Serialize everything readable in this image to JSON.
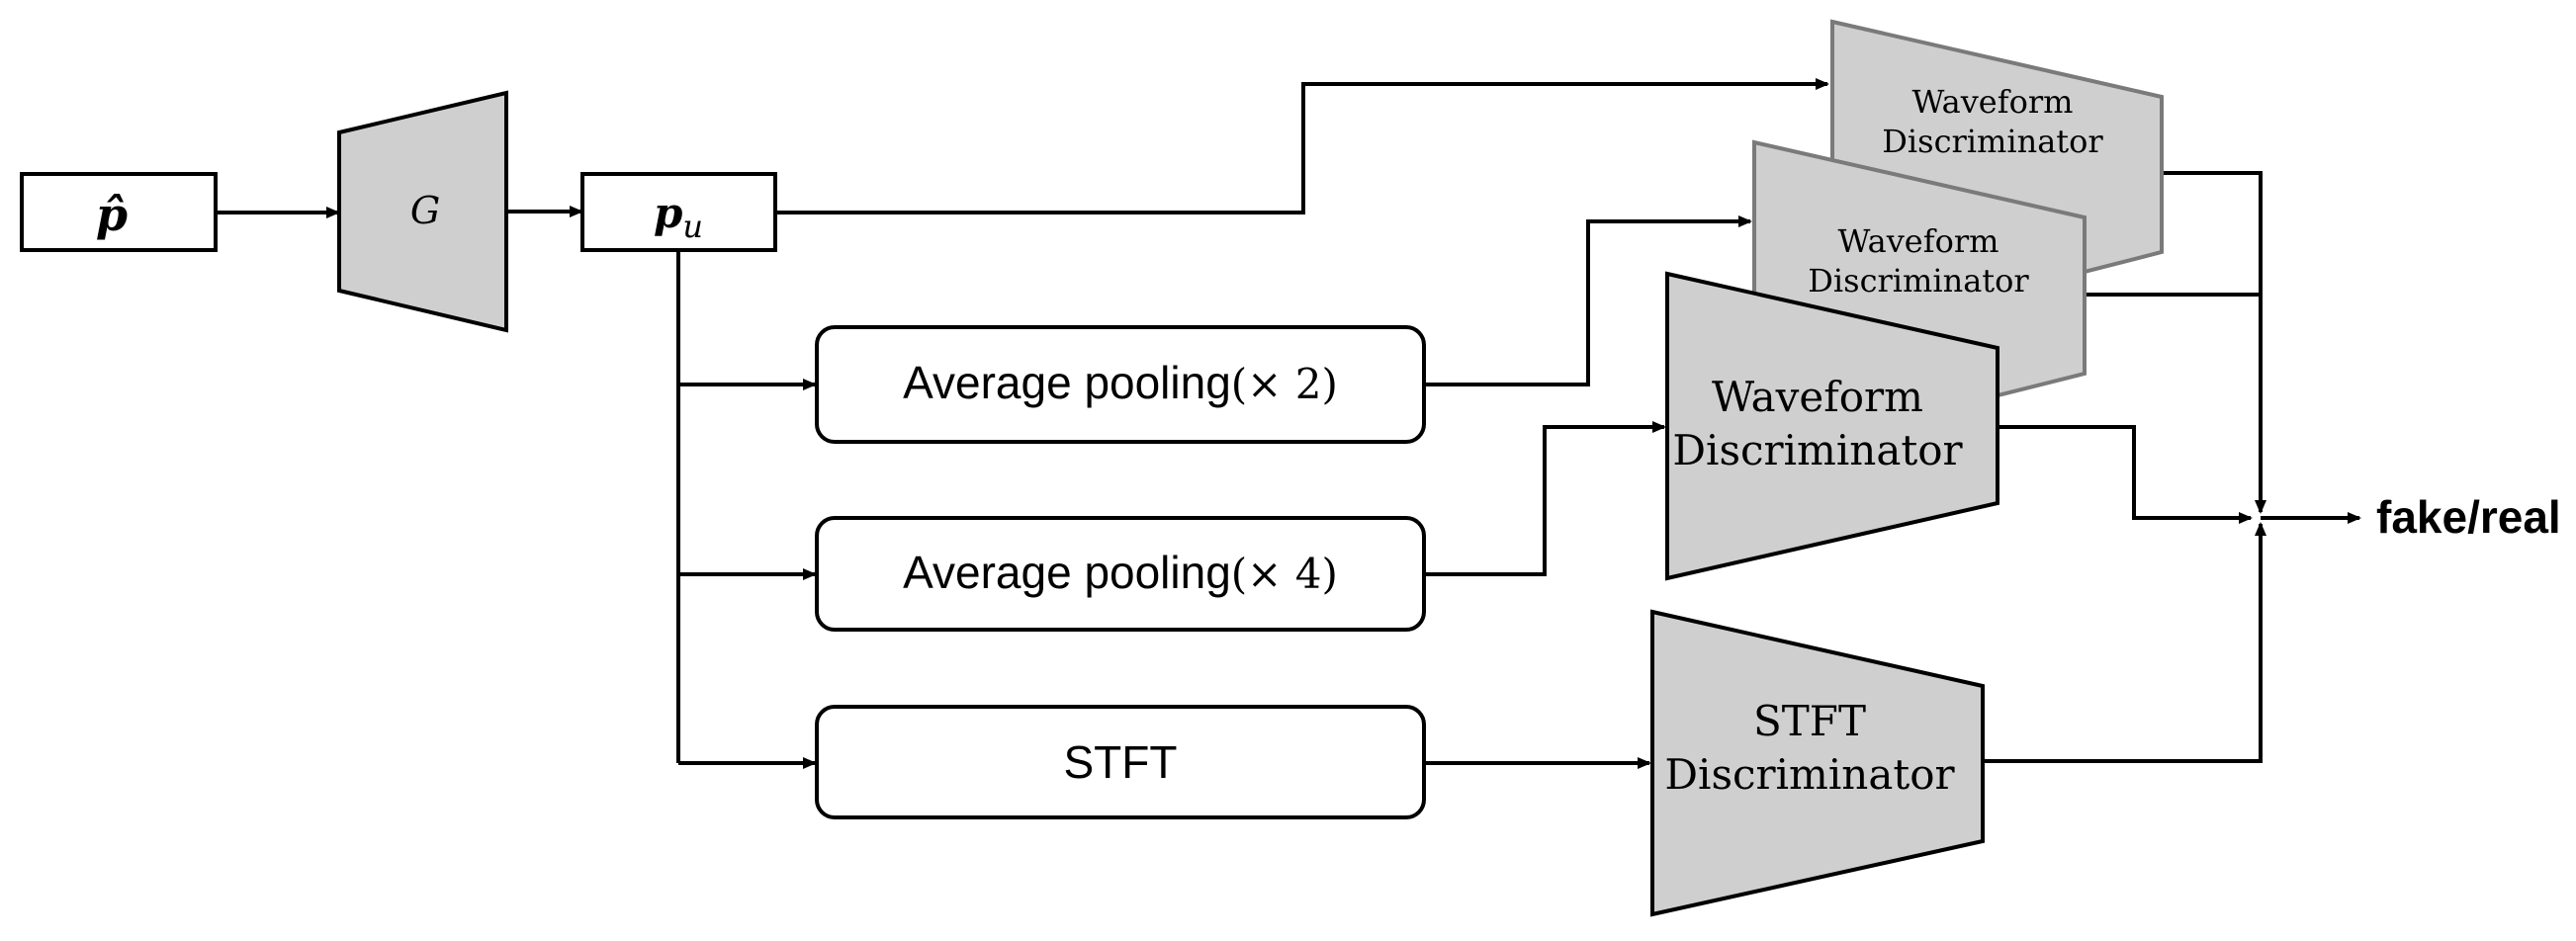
{
  "colors": {
    "stroke": "#000000",
    "fill_gray": "#d0cfd0",
    "stroke_gray": "#7a7a7a",
    "background": "#ffffff"
  },
  "input": {
    "symbol": "p̂"
  },
  "generator": {
    "label": "G"
  },
  "upsampled": {
    "symbol": "p",
    "subscript": "u"
  },
  "blocks": {
    "pool2": {
      "text": "Average pooling",
      "math": "(× 2)"
    },
    "pool4": {
      "text": "Average pooling",
      "math": "(× 4)"
    },
    "stft": {
      "label": "STFT"
    }
  },
  "discriminators": {
    "wave_back": {
      "line1": "Waveform",
      "line2": "Discriminator"
    },
    "wave_mid": {
      "line1": "Waveform",
      "line2": "Discriminator"
    },
    "wave_front": {
      "line1": "Waveform",
      "line2": "Discriminator"
    },
    "stft": {
      "line1": "STFT",
      "line2": "Discriminator"
    }
  },
  "output": {
    "label": "fake/real"
  }
}
